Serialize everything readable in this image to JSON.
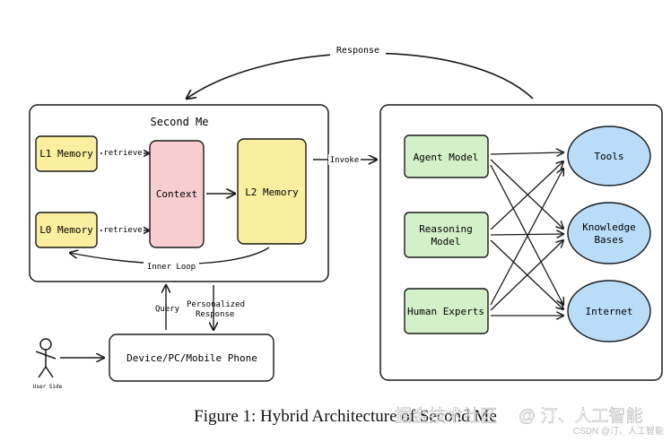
{
  "diagram": {
    "top_arrow_label": "Response",
    "second_me": {
      "title": "Second Me",
      "l1": "L1 Memory",
      "l0": "L0 Memory",
      "retrieve_1": "retrieve",
      "retrieve_0": "retrieve",
      "context": "Context",
      "l2": "L2 Memory",
      "inner_loop": "Inner Loop"
    },
    "invoke_label": "Invoke",
    "models": {
      "agent": "Agent Model",
      "reasoning_1": "Reasoning",
      "reasoning_2": "Model",
      "human": "Human Experts"
    },
    "resources": {
      "tools": "Tools",
      "kb_1": "Knowledge",
      "kb_2": "Bases",
      "internet": "Internet"
    },
    "query_label": "Query",
    "personalized_1": "Personalized",
    "personalized_2": "Response",
    "device": "Device/PC/Mobile Phone",
    "user_side": "User Side",
    "caption": "Figure 1: Hybrid Architecture of Second Me",
    "watermark_1": "掘金技术社区",
    "watermark_2": "@ 汀、人工智能",
    "watermark_3": "CSDN @汀、人工智能"
  },
  "colors": {
    "yellow": "#fcee9f",
    "pink": "#f8cdd0",
    "green": "#d4f0c8",
    "blue": "#b9dcf8",
    "stroke": "#1a1a1a"
  }
}
